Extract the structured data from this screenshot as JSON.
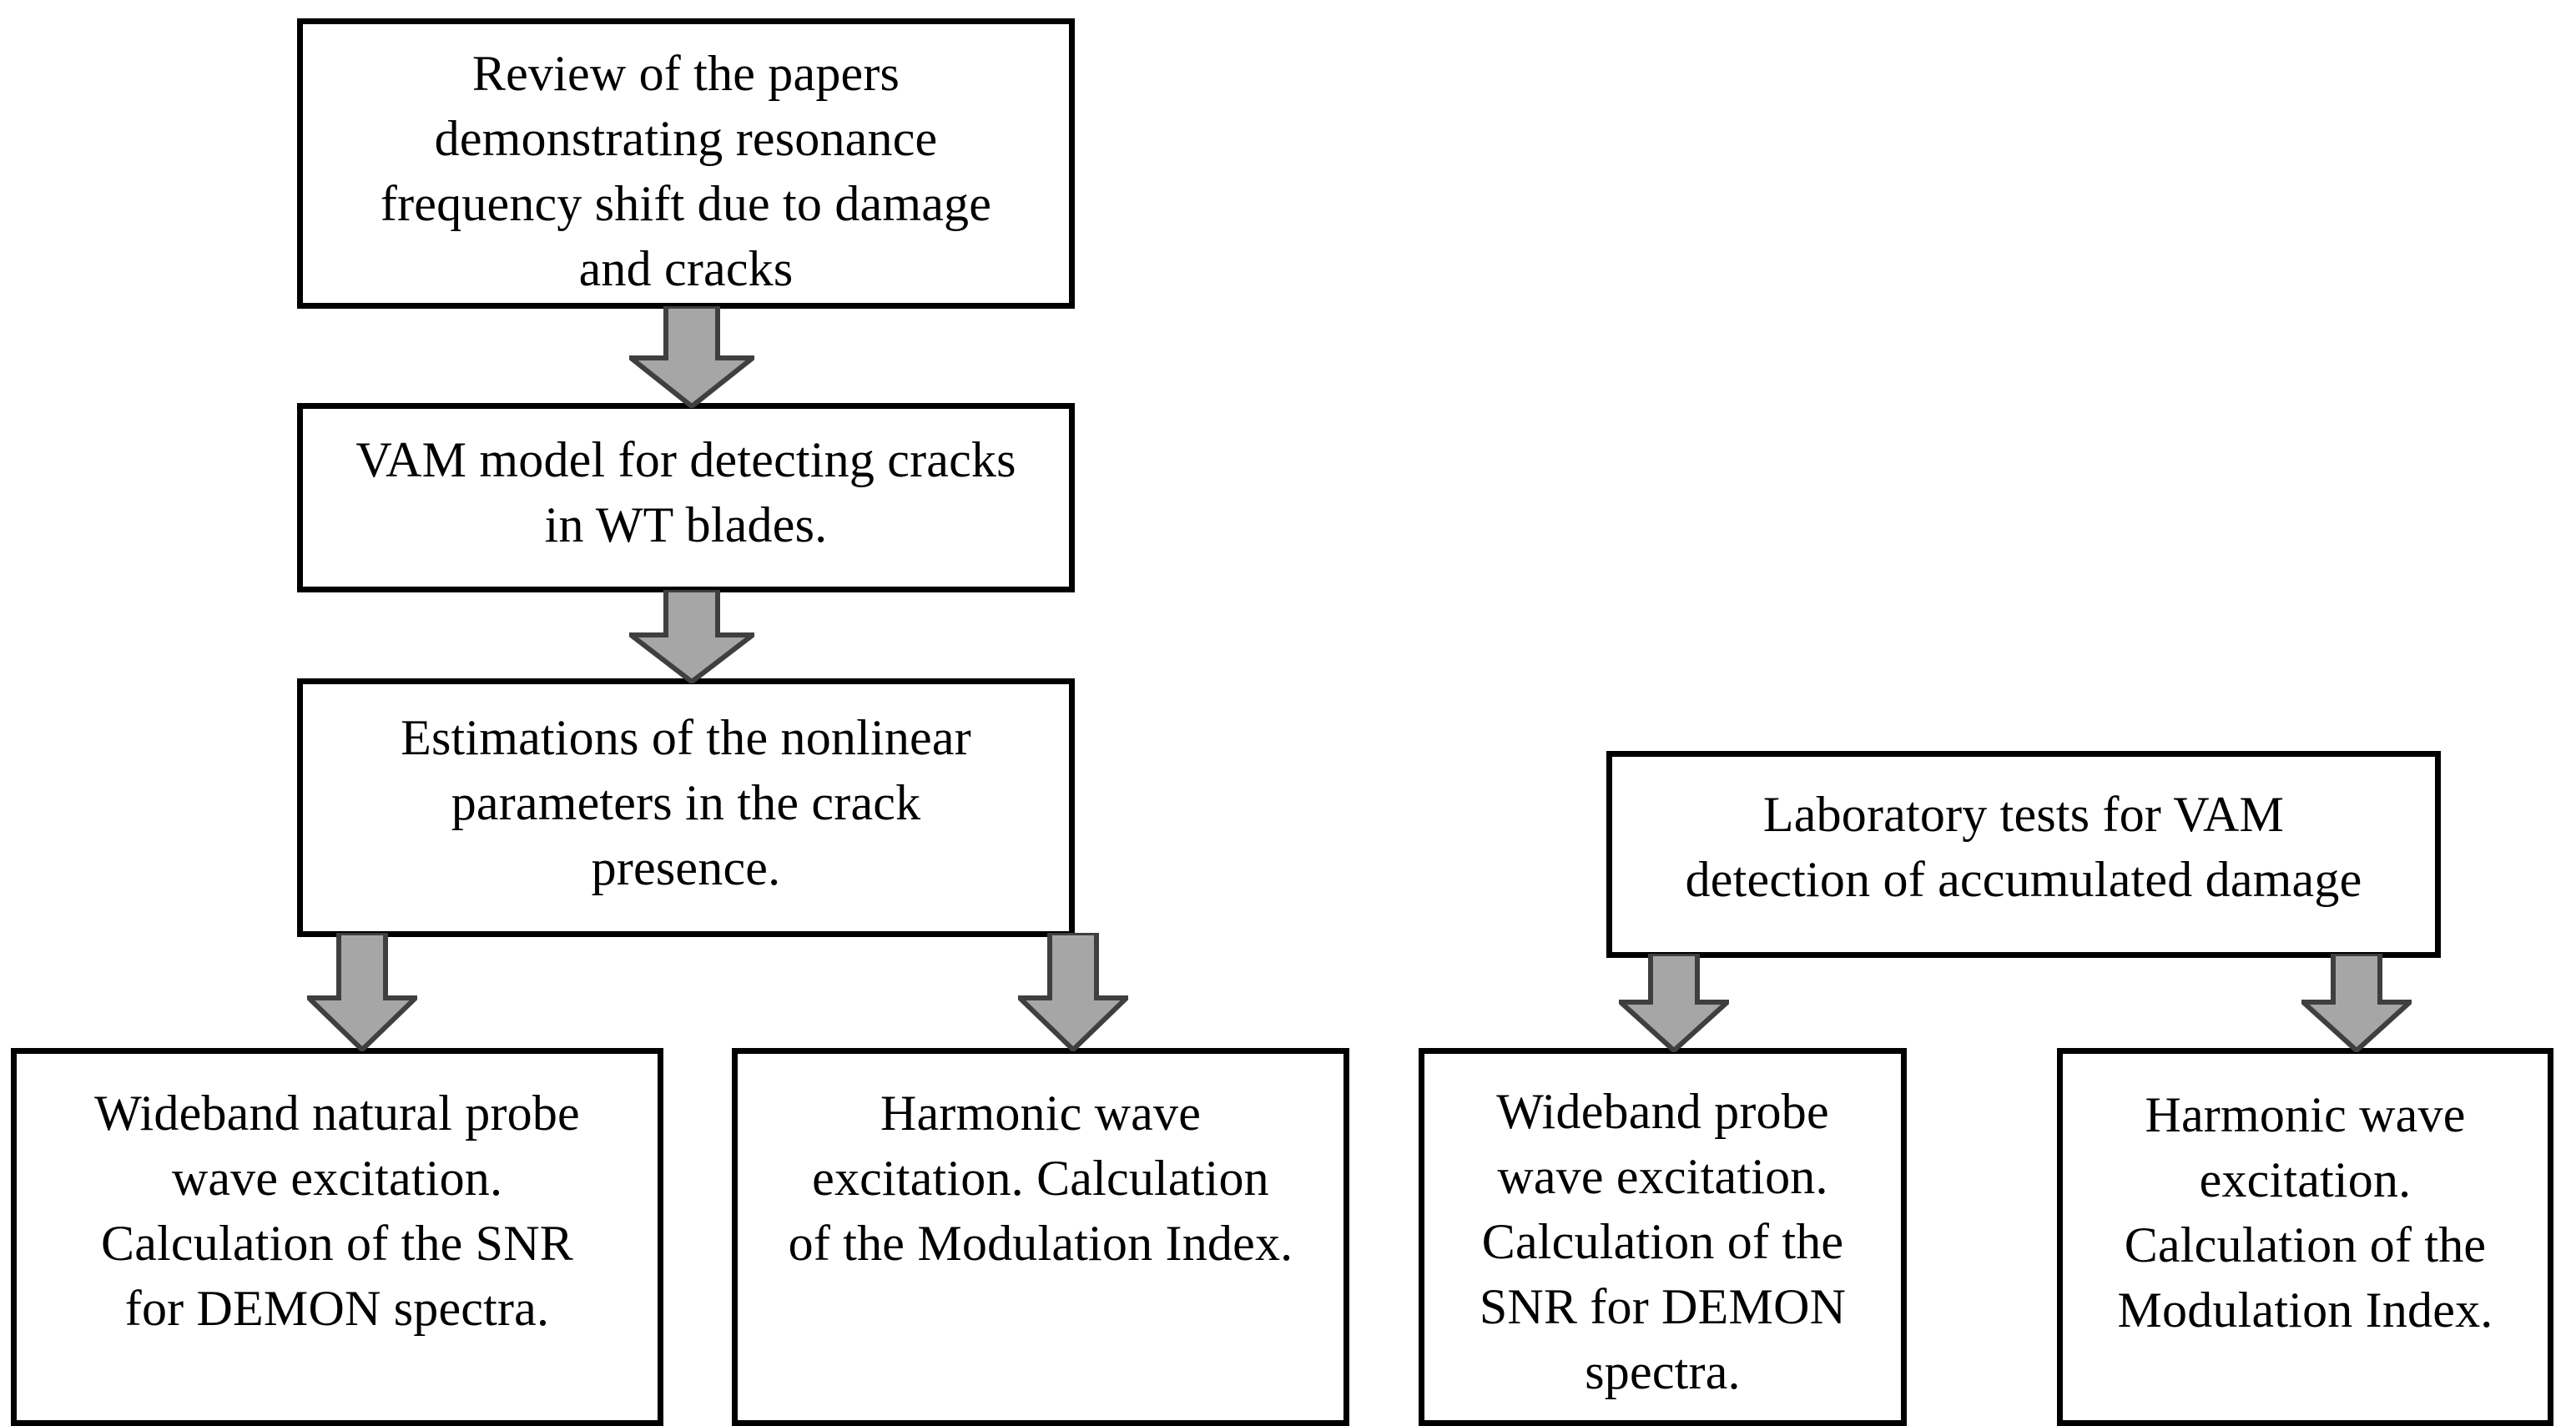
{
  "diagram": {
    "title": "VAM crack detection methodology flowchart",
    "style": {
      "box_border_color": "#000000",
      "box_fill_color": "#ffffff",
      "arrow_fill_color": "#a6a6a6",
      "arrow_outline_color": "#3f3f3f",
      "text_color": "#000000"
    },
    "nodes": [
      {
        "id": "review",
        "text": "Review of the papers\ndemonstrating resonance\nfrequency shift due to damage\nand cracks"
      },
      {
        "id": "vam",
        "text": "VAM model for detecting cracks\nin WT blades."
      },
      {
        "id": "estimations",
        "text": "Estimations of the nonlinear\nparameters in the crack\npresence."
      },
      {
        "id": "laboratory",
        "text": "Laboratory tests for VAM\ndetection of accumulated damage"
      },
      {
        "id": "wideband-natural",
        "text": "Wideband natural probe\nwave excitation.\nCalculation of the SNR\nfor DEMON spectra."
      },
      {
        "id": "harmonic-left",
        "text": "Harmonic wave\nexcitation.  Calculation\nof the Modulation Index."
      },
      {
        "id": "wideband-probe",
        "text": "Wideband probe\nwave excitation.\nCalculation of the\nSNR for DEMON\nspectra."
      },
      {
        "id": "harmonic-right",
        "text": "Harmonic wave\nexcitation.\nCalculation of the\nModulation Index."
      }
    ],
    "edges": [
      {
        "id": "review-to-vam",
        "from": "review",
        "to": "vam",
        "label": ""
      },
      {
        "id": "vam-to-estimations",
        "from": "vam",
        "to": "estimations",
        "label": ""
      },
      {
        "id": "estimations-to-wbnat",
        "from": "estimations",
        "to": "wideband-natural",
        "label": ""
      },
      {
        "id": "estimations-to-harm",
        "from": "estimations",
        "to": "harmonic-left",
        "label": ""
      },
      {
        "id": "lab-to-wbprobe",
        "from": "laboratory",
        "to": "wideband-probe",
        "label": ""
      },
      {
        "id": "lab-to-harm",
        "from": "laboratory",
        "to": "harmonic-right",
        "label": ""
      }
    ]
  }
}
